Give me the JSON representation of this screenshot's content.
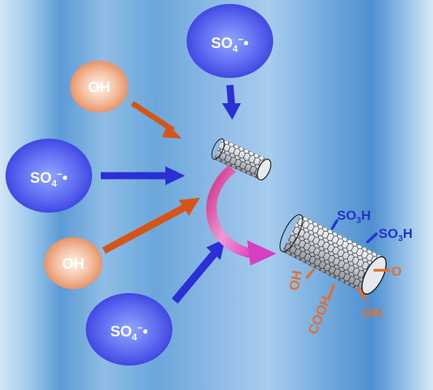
{
  "radicals": {
    "sulfate_top": {
      "main": "SO",
      "sub": "4",
      "sup": "−",
      "dot": "•"
    },
    "sulfate_mid": {
      "main": "SO",
      "sub": "4",
      "sup": "−",
      "dot": "•"
    },
    "sulfate_bottom": {
      "main": "SO",
      "sub": "4",
      "sup": "−",
      "dot": "•"
    },
    "hydroxyl_top": {
      "label": "OH"
    },
    "hydroxyl_bottom": {
      "label": "OH"
    }
  },
  "groups": {
    "so3h_left": {
      "main": "SO",
      "sub": "3",
      "tail": "H"
    },
    "so3h_right": {
      "main": "SO",
      "sub": "3",
      "tail": "H"
    },
    "carbonyl": {
      "label": "O"
    },
    "hydroxyl_left": {
      "label": "OH"
    },
    "carboxyl": {
      "label": "COOH"
    },
    "hydroxyl_right": {
      "label": "OH"
    }
  },
  "colors": {
    "sulfate": "#3a3ee0",
    "hydroxyl": "#d55a1e",
    "curved_arrow": "#d63fc0",
    "bond": "#e07030",
    "so3h_text": "#1f35c8"
  }
}
